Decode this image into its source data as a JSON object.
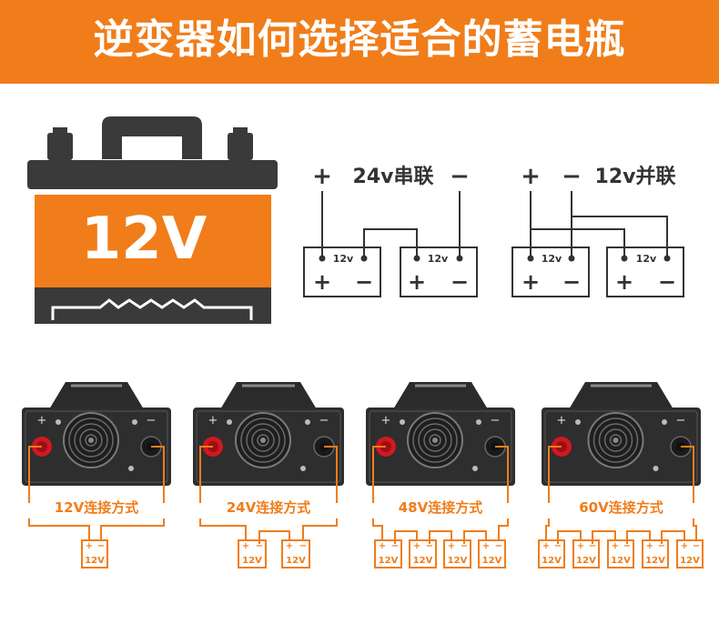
{
  "header": {
    "title": "逆变器如何选择适合的蓄电瓶"
  },
  "battery": {
    "voltage": "12V"
  },
  "series_diagram": {
    "label": "24v串联",
    "plus": "+",
    "minus": "−",
    "cell_voltage": "12v"
  },
  "parallel_diagram": {
    "label": "12v并联",
    "plus": "+",
    "minus": "−",
    "cell_voltage": "12v"
  },
  "inverters": [
    {
      "caption": "12V连接方式",
      "battery_count": 1
    },
    {
      "caption": "24V连接方式",
      "battery_count": 2
    },
    {
      "caption": "48V连接方式",
      "battery_count": 4
    },
    {
      "caption": "60V连接方式",
      "battery_count": 5
    }
  ],
  "small_battery": {
    "voltage": "12V",
    "plus": "+",
    "minus": "−"
  },
  "colors": {
    "accent": "#f07d1a",
    "dark": "#333333",
    "terminal_red": "#d01820"
  }
}
